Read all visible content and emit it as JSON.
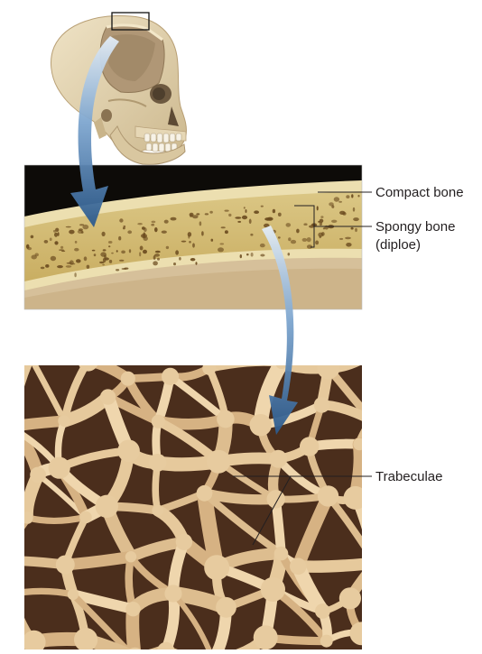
{
  "labels": {
    "compact_bone": "Compact bone",
    "spongy_bone_line1": "Spongy bone",
    "spongy_bone_line2": "(diploe)",
    "trabeculae": "Trabeculae"
  },
  "colors": {
    "skull_bone": "#e3d3b0",
    "skull_shadow": "#a8916a",
    "cranial_cavity": "#b49d7c",
    "arrow_light": "#c9d9e9",
    "arrow_dark": "#2f5d8e",
    "bone_section_bg": "#0d0b08",
    "compact_bone": "#e2d8a8",
    "spongy_bone": "#d4bf73",
    "dura": "#d9c39e",
    "trabecula": "#e3c699",
    "cavity": "#2a170e",
    "label_line": "#231f20"
  },
  "icons": {
    "skull": "skull-illustration",
    "magnification_arrow": "curved-arrow"
  }
}
